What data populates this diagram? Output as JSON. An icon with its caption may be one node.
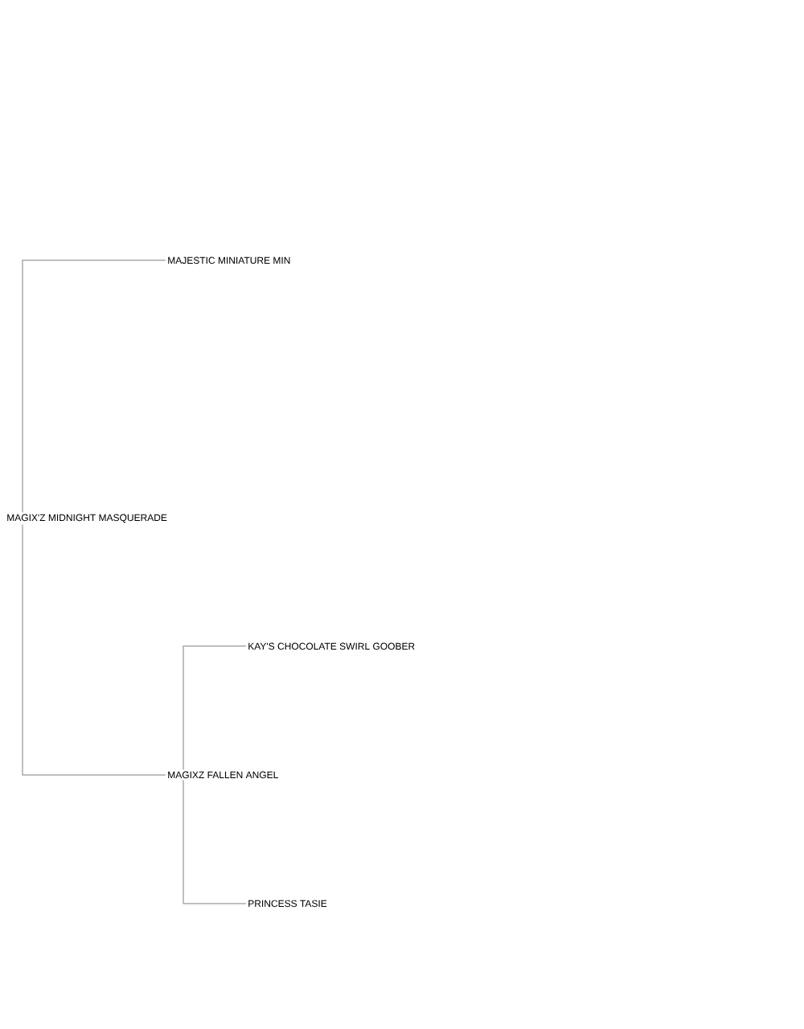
{
  "diagram": {
    "nodes": [
      {
        "text": [
          "MAJESTIC MINIATURE MIN"
        ]
      },
      {
        "text": [
          "MAGIX'Z MIDNIGHT MASQUERADE"
        ]
      },
      {
        "text": [
          "KAY'S CHOCOLATE SWIRL GOOBER"
        ]
      },
      {
        "text": [
          "MAGIXZ FALLEN ANGEL"
        ]
      },
      {
        "text": [
          "PRINCESS TASIE"
        ]
      }
    ],
    "edges": [
      {
        "from": 1,
        "to": 0,
        "arrow": "none"
      },
      {
        "from": 1,
        "to": 3,
        "arrow": "none"
      },
      {
        "from": 3,
        "to": 2,
        "arrow": "none"
      },
      {
        "from": 3,
        "to": 4,
        "arrow": "none"
      }
    ]
  }
}
